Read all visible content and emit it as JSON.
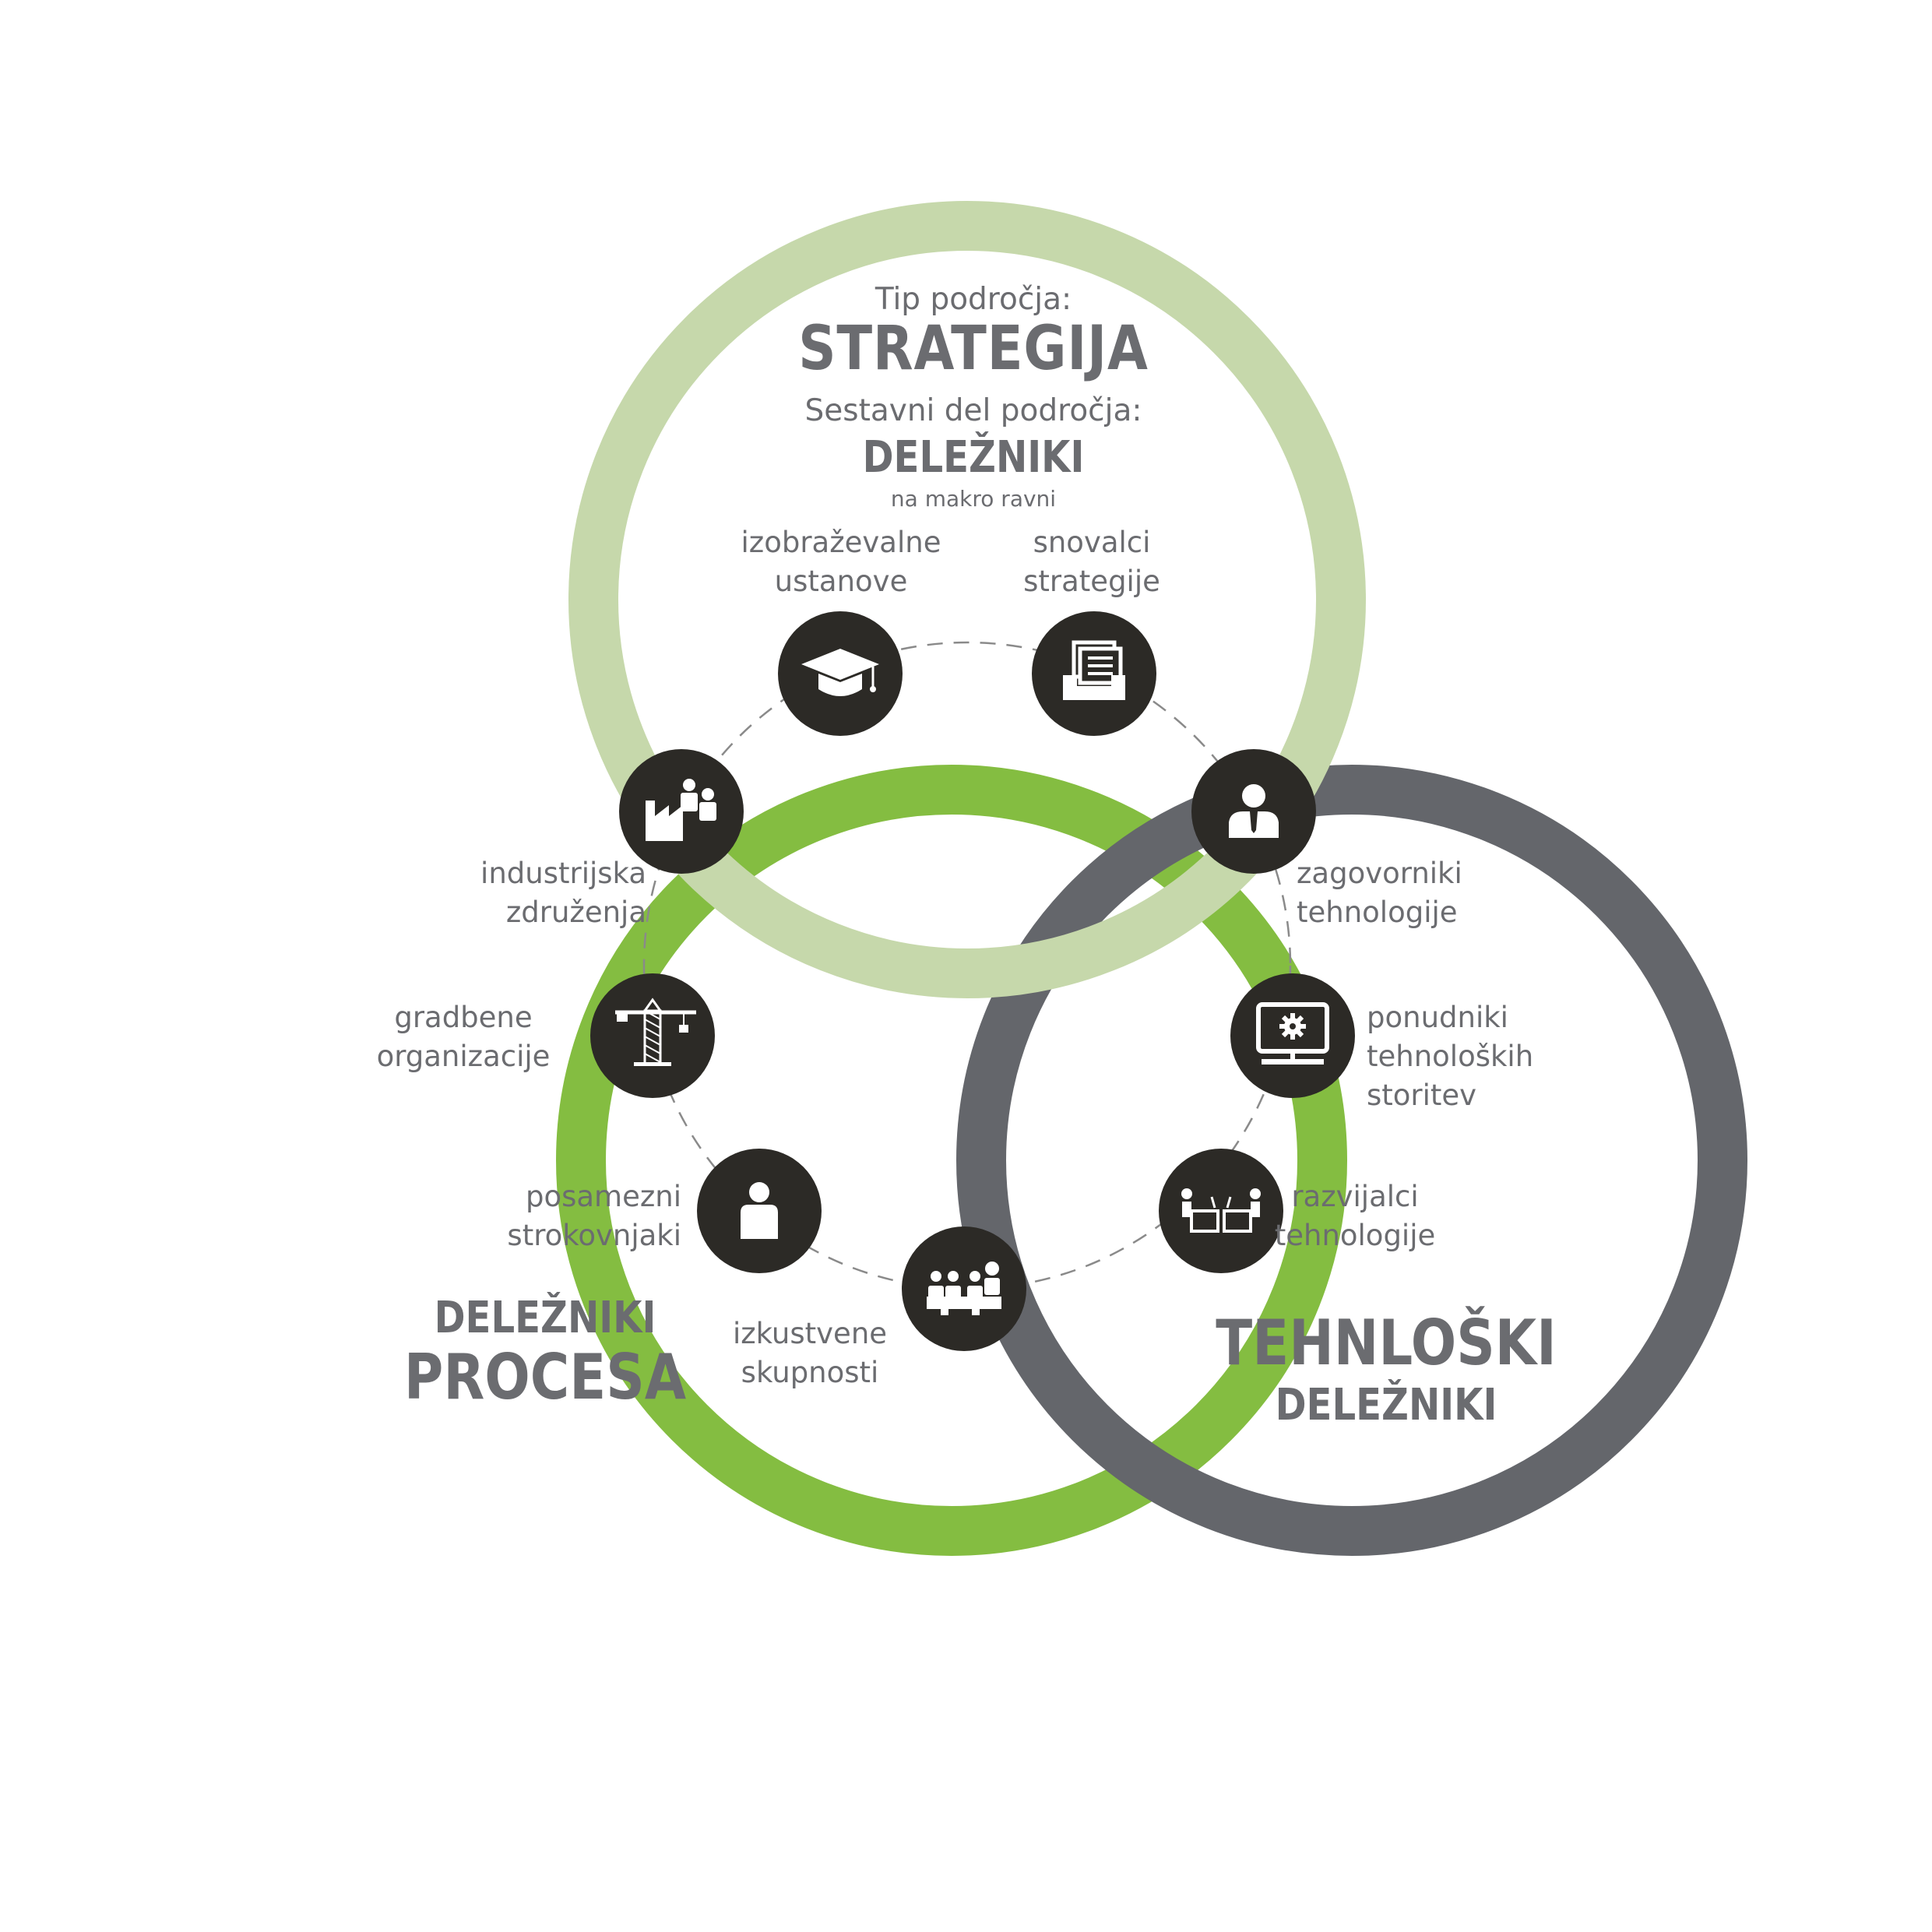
{
  "colors": {
    "strategy_ring": "#c6d8ab",
    "process_ring": "#84bd41",
    "technology_ring": "#64666b",
    "node_fill": "#2c2a26",
    "text": "#6b6c70",
    "dashed": "#8a8a8a"
  },
  "strategy": {
    "type_label": "Tip področja:",
    "type_name": "STRATEGIJA",
    "part_label": "Sestavni del področja:",
    "part_name": "DELEŽNIKI",
    "level": "na makro ravni"
  },
  "process": {
    "line1": "DELEŽNIKI",
    "line2": "PROCESA"
  },
  "technology": {
    "line1": "TEHNLOŠKI",
    "line2": "DELEŽNIKI"
  },
  "nodes": [
    {
      "icon": "graduation-cap-icon",
      "label": [
        "izobraževalne",
        "ustanove"
      ]
    },
    {
      "icon": "file-tray-icon",
      "label": [
        "snovalci",
        "strategije"
      ]
    },
    {
      "icon": "businessman-icon",
      "label": [
        "zagovorniki",
        "tehnologije"
      ]
    },
    {
      "icon": "computer-gear-icon",
      "label": [
        "ponudniki",
        "tehnoloških",
        "storitev"
      ]
    },
    {
      "icon": "developers-desk-icon",
      "label": [
        "razvijalci",
        "tehnologije"
      ]
    },
    {
      "icon": "community-group-icon",
      "label": [
        "izkustvene",
        "skupnosti"
      ]
    },
    {
      "icon": "person-icon",
      "label": [
        "posamezni",
        "strokovnjaki"
      ]
    },
    {
      "icon": "crane-icon",
      "label": [
        "gradbene",
        "organizacije"
      ]
    },
    {
      "icon": "factory-people-icon",
      "label": [
        "industrijska",
        "združenja"
      ]
    }
  ]
}
